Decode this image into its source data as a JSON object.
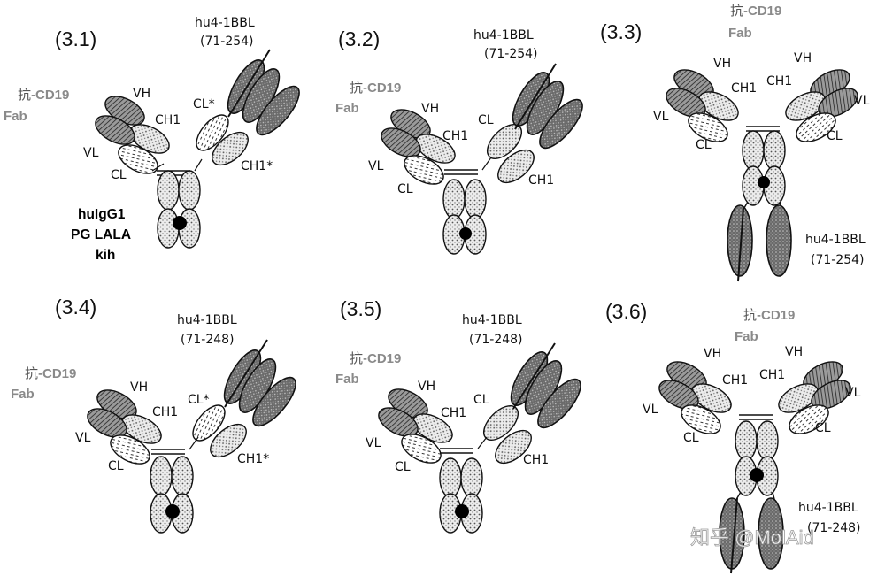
{
  "panels": [
    {
      "number": "(3.1)",
      "hu4_label": "hu4-1BBL",
      "hu4_range": "(71-254)",
      "fab_prefix": "抗-",
      "fab_target": "CD19",
      "fab_label": "Fab",
      "vh": "VH",
      "vl": "VL",
      "ch1": "CH1",
      "cl": "CL",
      "cl_star": "CL*",
      "ch1_star": "CH1*",
      "format_line1": "huIgG1",
      "format_line2": "PG LALA",
      "format_line3": "kih"
    },
    {
      "number": "(3.2)",
      "hu4_label": "hu4-1BBL",
      "hu4_range": "(71-254)",
      "fab_prefix": "抗-",
      "fab_target": "CD19",
      "fab_label": "Fab",
      "vh": "VH",
      "vl": "VL",
      "ch1": "CH1",
      "cl": "CL",
      "cl_top": "CL",
      "ch1_right": "CH1"
    },
    {
      "number": "(3.3)",
      "hu4_label": "hu4-1BBL",
      "hu4_range": "(71-254)",
      "fab_prefix": "抗-",
      "fab_target": "CD19",
      "fab_label": "Fab",
      "vh": "VH",
      "vl": "VL",
      "ch1": "CH1",
      "cl": "CL"
    },
    {
      "number": "(3.4)",
      "hu4_label": "hu4-1BBL",
      "hu4_range": "(71-248)",
      "fab_prefix": "抗-",
      "fab_target": "CD19",
      "fab_label": "Fab",
      "vh": "VH",
      "vl": "VL",
      "ch1": "CH1",
      "cl": "CL",
      "cl_star": "CL*",
      "ch1_star": "CH1*"
    },
    {
      "number": "(3.5)",
      "hu4_label": "hu4-1BBL",
      "hu4_range": "(71-248)",
      "fab_prefix": "抗-",
      "fab_target": "CD19",
      "fab_label": "Fab",
      "vh": "VH",
      "vl": "VL",
      "ch1": "CH1",
      "cl": "CL",
      "cl_top": "CL",
      "ch1_right": "CH1"
    },
    {
      "number": "(3.6)",
      "hu4_label": "hu4-1BBL",
      "hu4_range": "(71-248)",
      "fab_prefix": "抗-",
      "fab_target": "CD19",
      "fab_label": "Fab",
      "vh": "VH",
      "vl": "VL",
      "ch1": "CH1",
      "cl": "CL"
    }
  ],
  "watermark": "知乎 @MolAid",
  "colors": {
    "dark": "#5a5a5a",
    "light": "#e8e8e8",
    "grey_text": "#8a8a8a",
    "ink": "#111111"
  }
}
